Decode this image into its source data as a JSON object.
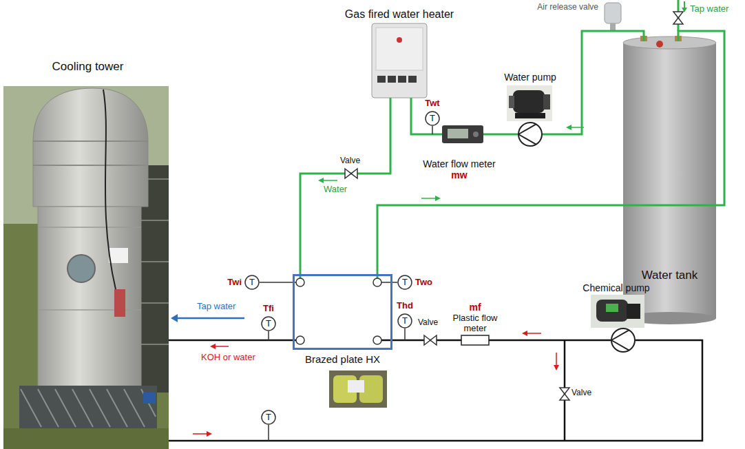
{
  "diagram": {
    "nodes": [
      {
        "text": [
          "Cooling tower"
        ]
      },
      {
        "text": [
          "Gas fired water heater"
        ]
      },
      {
        "text": [
          "Air release valve"
        ]
      },
      {
        "text": [
          "Water tank"
        ]
      },
      {
        "text": [
          "Water pump"
        ]
      },
      {
        "text": [
          "Twt",
          "T"
        ]
      },
      {
        "text": [
          "Water flow meter",
          "mw"
        ]
      },
      {
        "text": [
          "Twi",
          "T"
        ]
      },
      {
        "text": [
          "Brazed plate HX"
        ]
      },
      {
        "text": [
          "T",
          "Two"
        ]
      },
      {
        "text": [
          "Chemical pump"
        ]
      },
      {
        "text": [
          "Tfi",
          "T"
        ]
      },
      {
        "text": [
          "Thd",
          "T"
        ]
      },
      {
        "text": [
          "mf",
          "Plastic flow meter"
        ]
      },
      {
        "text": [
          "T"
        ]
      }
    ],
    "edges": [
      {
        "from": 3,
        "to": 4,
        "arrow": "none"
      },
      {
        "from": 4,
        "to": 6,
        "arrow": "none"
      },
      {
        "from": 6,
        "to": 1,
        "arrow": "none"
      },
      {
        "from": 1,
        "to": 8,
        "arrow": "none"
      },
      {
        "from": 8,
        "to": 3,
        "arrow": "none"
      },
      {
        "from": 10,
        "to": 13,
        "arrow": "none"
      },
      {
        "from": 0,
        "to": 10,
        "arrow": "none"
      },
      {
        "from": 13,
        "to": 8,
        "arrow": "none"
      },
      {
        "from": 8,
        "to": 0,
        "arrow": "none"
      },
      {
        "from": 7,
        "to": 8,
        "arrow": "none"
      },
      {
        "from": 8,
        "to": 9,
        "arrow": "none"
      }
    ],
    "labels": [
      "Tap water",
      "Valve",
      "Water",
      "Tap water",
      "KOH or water",
      "Valve",
      "Valve"
    ]
  }
}
